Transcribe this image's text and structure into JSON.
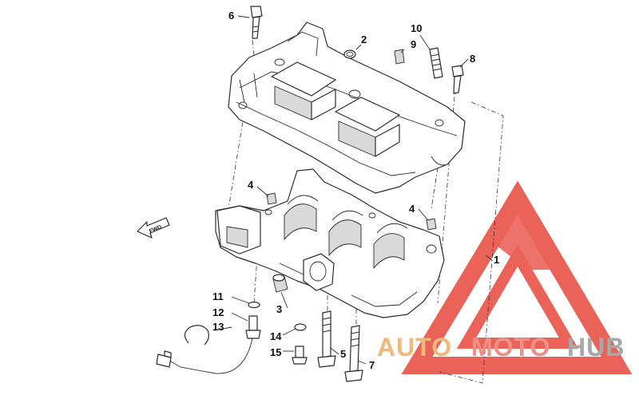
{
  "diagram": {
    "callouts": [
      {
        "id": "1",
        "label": "1"
      },
      {
        "id": "2",
        "label": "2"
      },
      {
        "id": "3",
        "label": "3"
      },
      {
        "id": "4a",
        "label": "4"
      },
      {
        "id": "4b",
        "label": "4"
      },
      {
        "id": "5",
        "label": "5"
      },
      {
        "id": "6",
        "label": "6"
      },
      {
        "id": "7",
        "label": "7"
      },
      {
        "id": "8",
        "label": "8"
      },
      {
        "id": "9",
        "label": "9"
      },
      {
        "id": "10",
        "label": "10"
      },
      {
        "id": "11",
        "label": "11"
      },
      {
        "id": "12",
        "label": "12"
      },
      {
        "id": "13",
        "label": "13"
      },
      {
        "id": "14",
        "label": "14"
      },
      {
        "id": "15",
        "label": "15"
      }
    ],
    "fwd_arrow": "FWD"
  },
  "watermark": {
    "part1": "AUTO",
    "part2": "MOTO",
    "part3": "HUB",
    "colors": {
      "triangle": "#e8473d",
      "auto": "#f0b87a",
      "moto": "#ef8f86",
      "hub": "#a8a8a8"
    }
  }
}
